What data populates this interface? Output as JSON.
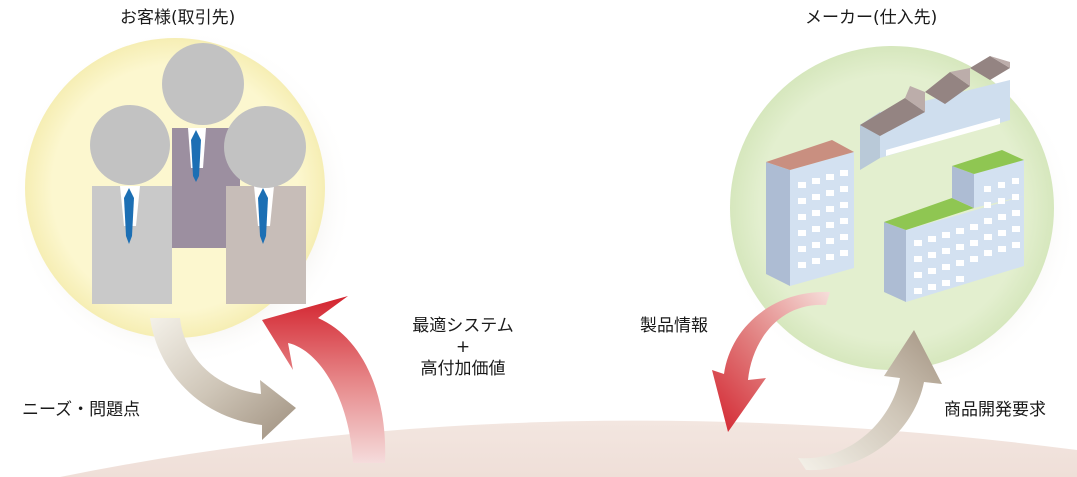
{
  "labels": {
    "customer_title": "お客様(取引先)",
    "maker_title": "メーカー(仕入先)",
    "needs": "ニーズ・問題点",
    "optimal_line1": "最適システム",
    "optimal_plus": "+",
    "optimal_line2": "高付加価値",
    "product_info": "製品情報",
    "dev_request": "商品開発要求"
  },
  "colors": {
    "customer_circle": "#fcf7cf",
    "maker_circle": "#e3efcf",
    "ground": "#f5ebe6",
    "red_arrow": "#d92b33",
    "taupe_arrow": "#a89a89"
  },
  "icons": {
    "customers": "businesspeople-group-icon",
    "maker": "factory-buildings-icon"
  }
}
